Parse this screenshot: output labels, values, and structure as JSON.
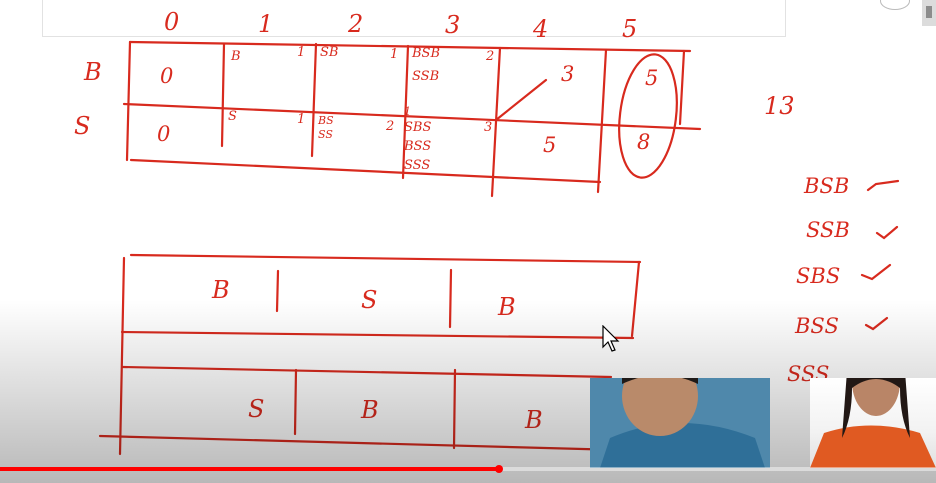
{
  "column_headers": [
    "0",
    "1",
    "2",
    "3",
    "4",
    "5"
  ],
  "row_labels": [
    "B",
    "S"
  ],
  "upper_table": {
    "row_b": {
      "c0": "0",
      "c1_entry": "B",
      "c1_count": "1",
      "c2_entry": "SB",
      "c2_count": "1",
      "c3_entries": [
        "BSB",
        "SSB"
      ],
      "c3_count": "2",
      "c4": "3",
      "c5": "5"
    },
    "row_s": {
      "c0": "0",
      "c1_entry": "S",
      "c1_count": "1",
      "c2_entries": [
        "BS",
        "SS"
      ],
      "c2_count": "2",
      "c3_entries": [
        "SBS",
        "BSS",
        "SSS"
      ],
      "c3_count": "3",
      "c3_mark": "1",
      "c4": "5",
      "c5": "8"
    }
  },
  "total": "13",
  "sequence_list": [
    "BSB",
    "SSB",
    "SBS",
    "BSS",
    "SSS"
  ],
  "lower_table": {
    "row1": [
      "B",
      "S",
      "B"
    ],
    "row3": [
      "S",
      "B",
      "B"
    ]
  },
  "video": {
    "progress": 0.533,
    "colors": {
      "ink": "#d82a1e",
      "progress": "#ff0000"
    }
  }
}
